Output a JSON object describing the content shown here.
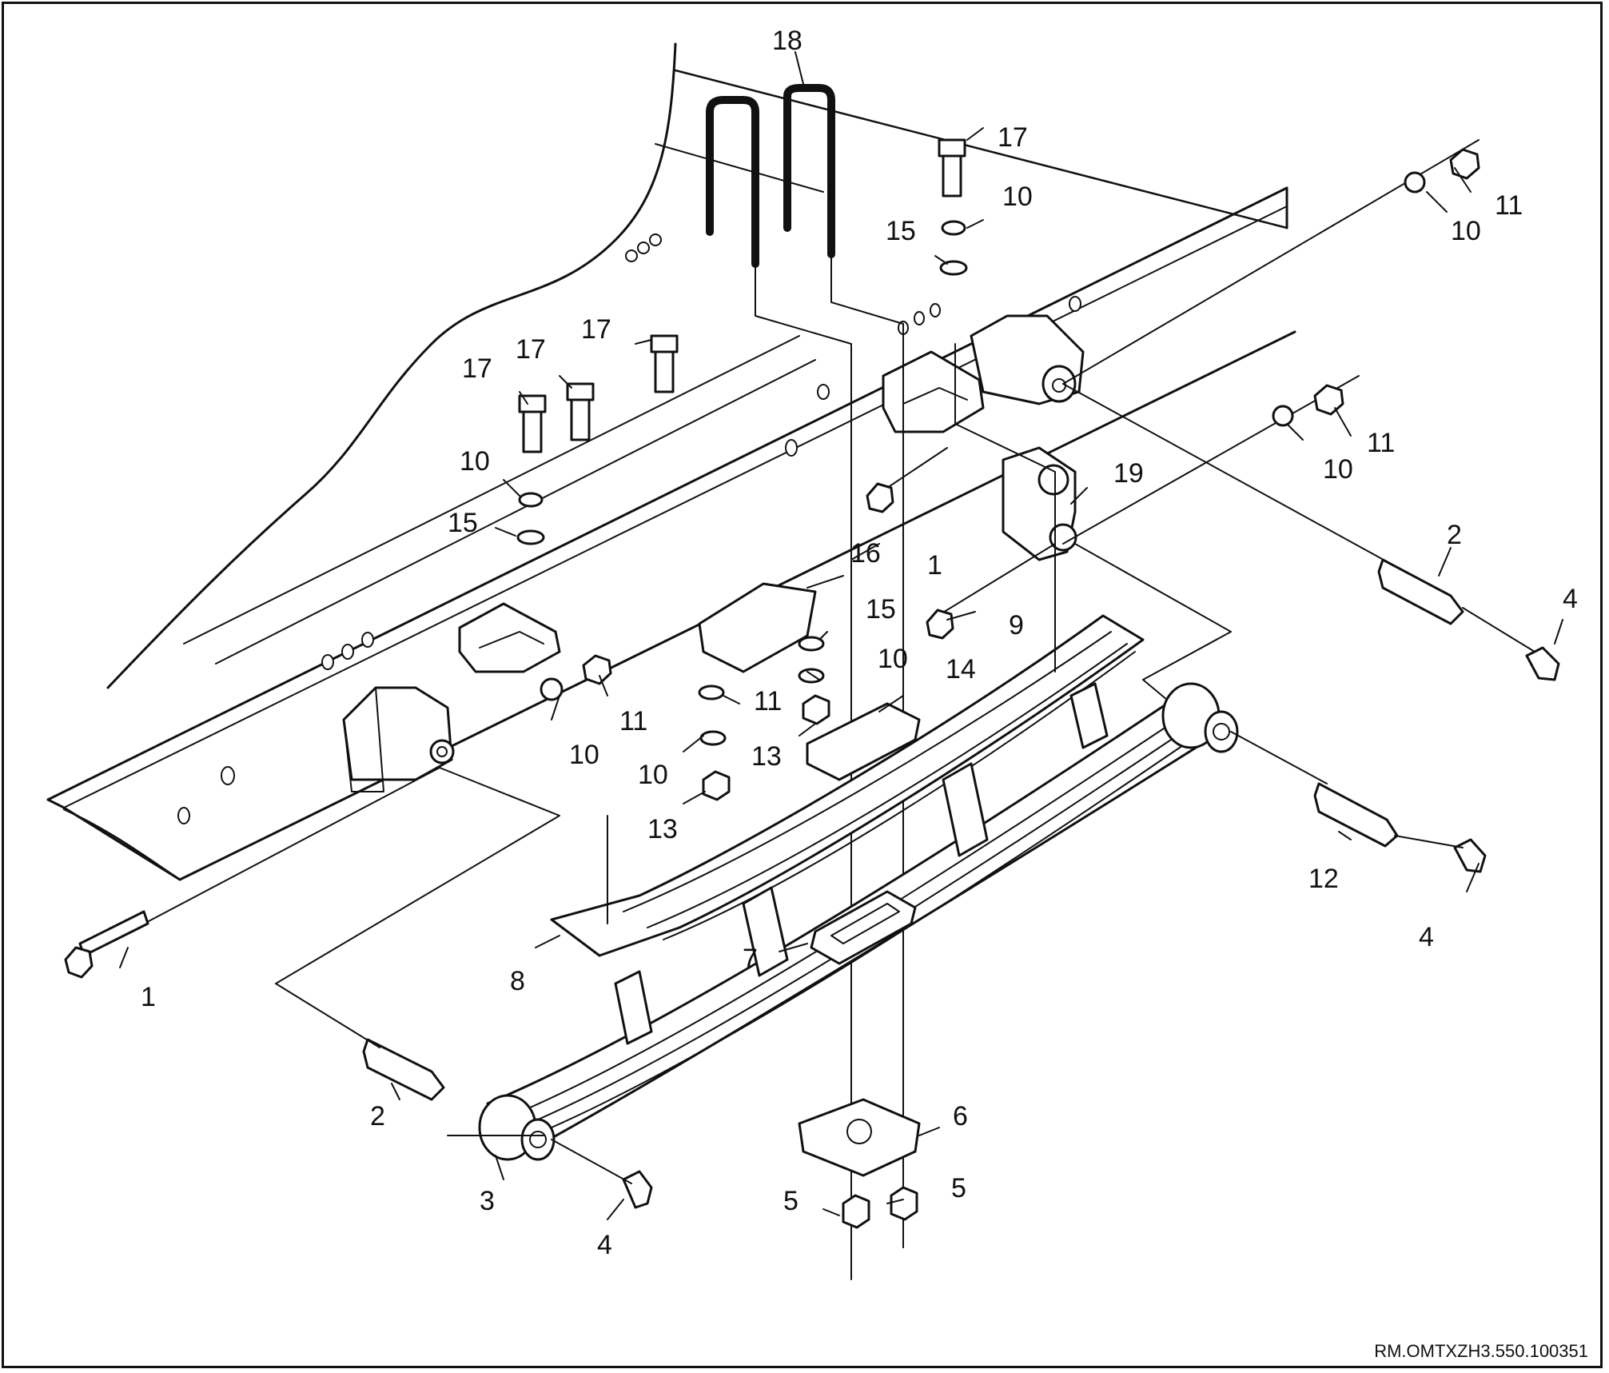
{
  "diagram": {
    "reference_code": "RM.OMTXZH3.550.100351",
    "callouts": [
      {
        "id": "c18a",
        "text": "18"
      },
      {
        "id": "c17a",
        "text": "17"
      },
      {
        "id": "c17b",
        "text": "17"
      },
      {
        "id": "c17c",
        "text": "17"
      },
      {
        "id": "c17d",
        "text": "17"
      },
      {
        "id": "c10a",
        "text": "10"
      },
      {
        "id": "c10b",
        "text": "10"
      },
      {
        "id": "c10c",
        "text": "10"
      },
      {
        "id": "c10d",
        "text": "10"
      },
      {
        "id": "c10e",
        "text": "10"
      },
      {
        "id": "c10f",
        "text": "10"
      },
      {
        "id": "c10g",
        "text": "10"
      },
      {
        "id": "c11a",
        "text": "11"
      },
      {
        "id": "c11b",
        "text": "11"
      },
      {
        "id": "c11c",
        "text": "11"
      },
      {
        "id": "c11d",
        "text": "11"
      },
      {
        "id": "c15a",
        "text": "15"
      },
      {
        "id": "c15b",
        "text": "15"
      },
      {
        "id": "c15c",
        "text": "15"
      },
      {
        "id": "c16",
        "text": "16"
      },
      {
        "id": "c19",
        "text": "19"
      },
      {
        "id": "c1a",
        "text": "1"
      },
      {
        "id": "c1b",
        "text": "1"
      },
      {
        "id": "c9",
        "text": "9"
      },
      {
        "id": "c2a",
        "text": "2"
      },
      {
        "id": "c2b",
        "text": "2"
      },
      {
        "id": "c4a",
        "text": "4"
      },
      {
        "id": "c4b",
        "text": "4"
      },
      {
        "id": "c4c",
        "text": "4"
      },
      {
        "id": "c14",
        "text": "14"
      },
      {
        "id": "c13a",
        "text": "13"
      },
      {
        "id": "c13b",
        "text": "13"
      },
      {
        "id": "c12",
        "text": "12"
      },
      {
        "id": "c8",
        "text": "8"
      },
      {
        "id": "c7",
        "text": "7"
      },
      {
        "id": "c3",
        "text": "3"
      },
      {
        "id": "c6",
        "text": "6"
      },
      {
        "id": "c5a",
        "text": "5"
      },
      {
        "id": "c5b",
        "text": "5"
      }
    ]
  }
}
